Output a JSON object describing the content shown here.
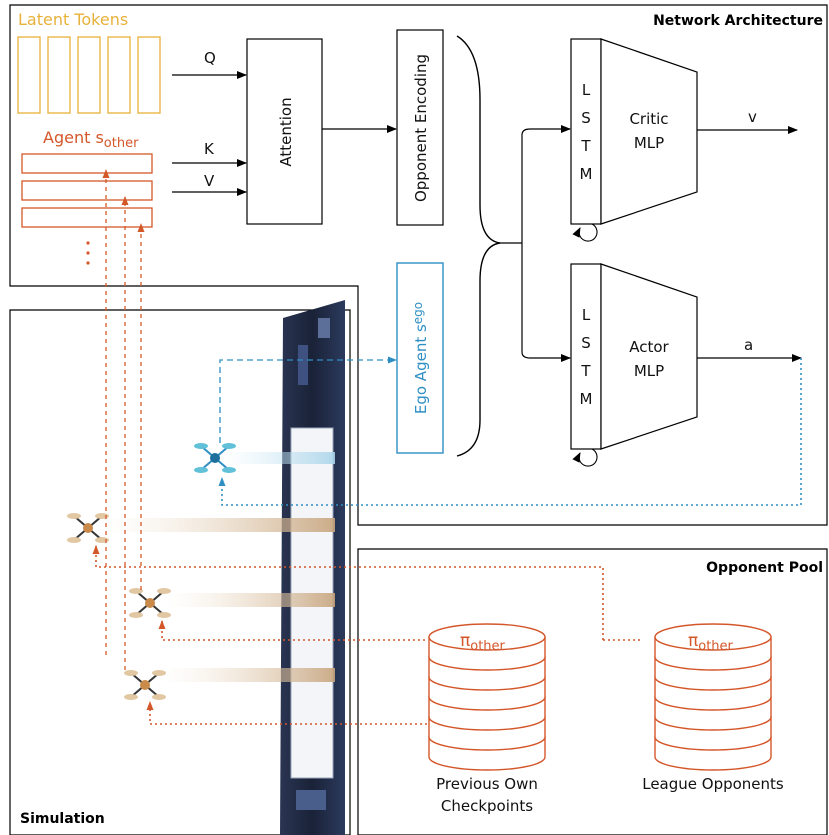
{
  "network": {
    "title": "Network Architecture",
    "latent_tokens": "Latent Tokens",
    "agent_other_main": "Agent s",
    "agent_other_sub": "other",
    "q": "Q",
    "k": "K",
    "v_input": "V",
    "attention": "Attention",
    "opponent_encoding": "Opponent Encoding",
    "ego_agent_main": "Ego Agent s",
    "ego_agent_sub": "ego",
    "critic": {
      "lstm": [
        "L",
        "S",
        "T",
        "M"
      ],
      "line1": "Critic",
      "line2": "MLP",
      "output": "v"
    },
    "actor": {
      "lstm": [
        "L",
        "S",
        "T",
        "M"
      ],
      "line1": "Actor",
      "line2": "MLP",
      "output": "a"
    }
  },
  "pool": {
    "title": "Opponent Pool",
    "pi_main": "π",
    "pi_sub": "other",
    "left_label_1": "Previous Own",
    "left_label_2": "Checkpoints",
    "right_label": "League Opponents"
  },
  "simulation": {
    "title": "Simulation"
  },
  "colors": {
    "orange": "#d4572a",
    "blue": "#2f8fc4",
    "gold": "#e8b13a",
    "panel": "#1c2740"
  }
}
